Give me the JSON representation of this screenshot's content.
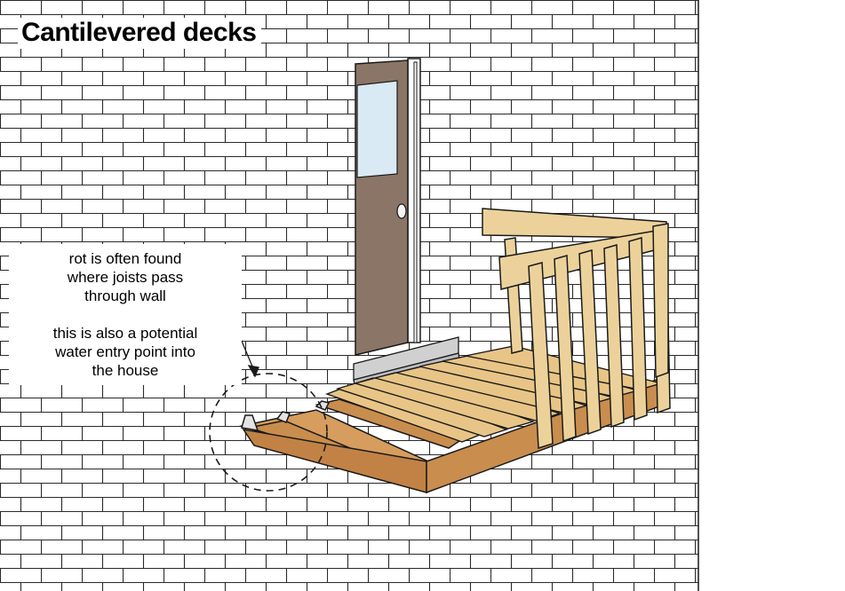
{
  "title": "Cantilevered decks",
  "annotation": {
    "line1": "rot is often found",
    "line2": "where joists pass",
    "line3": "through wall",
    "line4": "this is also a potential",
    "line5": "water entry point into",
    "line6": "the  house"
  },
  "colors": {
    "brick_line": "#2a2a2a",
    "door": "#8a7566",
    "door_window": "#d9eaf5",
    "threshold": "#d0d0d0",
    "joist": "#c98d4e",
    "decking": "#e8c586",
    "railing": "#ecd29a",
    "outline": "#1a1a1a"
  }
}
